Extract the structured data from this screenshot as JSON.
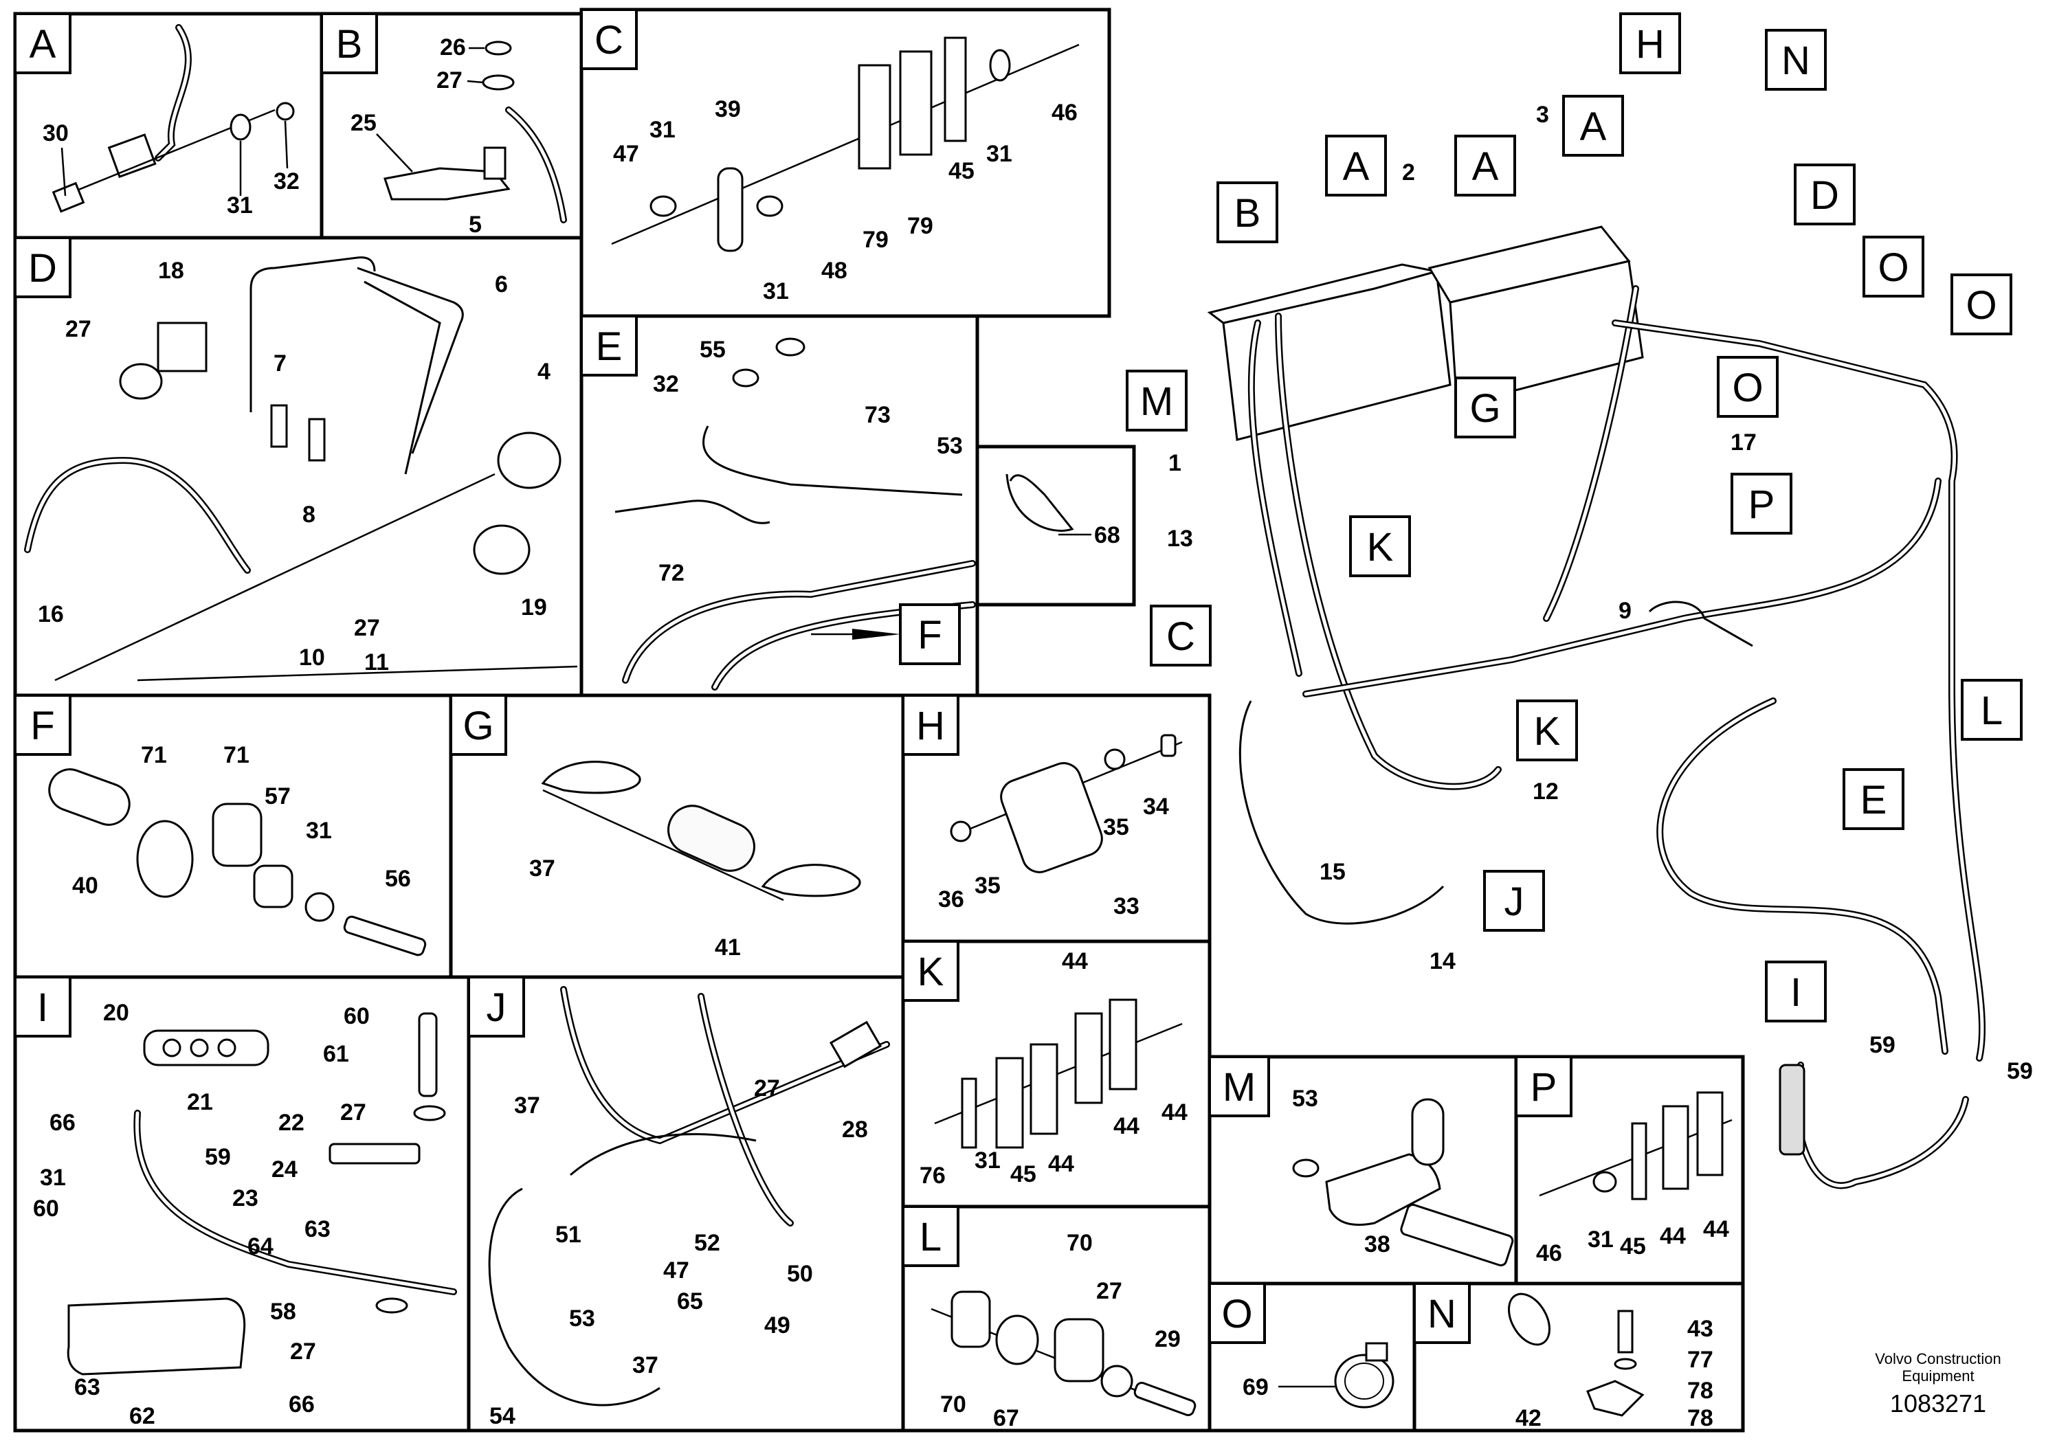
{
  "panels": {
    "A": {
      "tag": "A",
      "callouts": [
        "30",
        "31",
        "32"
      ]
    },
    "B": {
      "tag": "B",
      "callouts": [
        "26",
        "27",
        "25"
      ]
    },
    "C": {
      "tag": "C",
      "callouts": [
        "47",
        "31",
        "39",
        "31",
        "48",
        "79",
        "79",
        "45",
        "31",
        "46"
      ]
    },
    "D": {
      "tag": "D",
      "callouts": [
        "18",
        "27",
        "5",
        "6",
        "7",
        "8",
        "4",
        "16",
        "10",
        "27",
        "11",
        "19"
      ]
    },
    "E": {
      "tag": "E",
      "callouts": [
        "55",
        "32",
        "73",
        "53",
        "72"
      ],
      "inset_callout": "68",
      "f_tag": "F"
    },
    "F": {
      "tag": "F",
      "callouts": [
        "71",
        "71",
        "57",
        "31",
        "40",
        "56"
      ]
    },
    "G": {
      "tag": "G",
      "callouts": [
        "37",
        "41"
      ]
    },
    "H": {
      "tag": "H",
      "callouts": [
        "34",
        "35",
        "36",
        "35",
        "33"
      ]
    },
    "I": {
      "tag": "I",
      "callouts": [
        "20",
        "61",
        "60",
        "21",
        "27",
        "66",
        "59",
        "22",
        "31",
        "24",
        "60",
        "23",
        "63",
        "64",
        "58",
        "27",
        "63",
        "66",
        "62"
      ]
    },
    "J": {
      "tag": "J",
      "callouts": [
        "27",
        "28",
        "37",
        "51",
        "52",
        "47",
        "65",
        "53",
        "50",
        "49",
        "37",
        "54"
      ]
    },
    "K": {
      "tag": "K",
      "callouts": [
        "44",
        "44",
        "44",
        "76",
        "31",
        "45",
        "44"
      ]
    },
    "L": {
      "tag": "L",
      "callouts": [
        "70",
        "27",
        "29",
        "70",
        "67"
      ]
    },
    "M": {
      "tag": "M",
      "callouts": [
        "53",
        "38"
      ]
    },
    "P": {
      "tag": "P",
      "callouts": [
        "46",
        "31",
        "45",
        "44",
        "44"
      ]
    },
    "O": {
      "tag": "O",
      "callouts": [
        "69"
      ]
    },
    "N": {
      "tag": "N",
      "callouts": [
        "43",
        "77",
        "78",
        "78",
        "42"
      ]
    }
  },
  "main_tags": [
    "B",
    "A",
    "A",
    "A",
    "H",
    "N",
    "D",
    "O",
    "O",
    "O",
    "M",
    "G",
    "P",
    "K",
    "C",
    "K",
    "L",
    "E",
    "J",
    "I"
  ],
  "main_callouts": [
    "2",
    "3",
    "1",
    "13",
    "17",
    "9",
    "15",
    "14",
    "12",
    "59",
    "59"
  ],
  "footer": {
    "company_line1": "Volvo Construction",
    "company_line2": "Equipment",
    "drawing_number": "1083271"
  }
}
